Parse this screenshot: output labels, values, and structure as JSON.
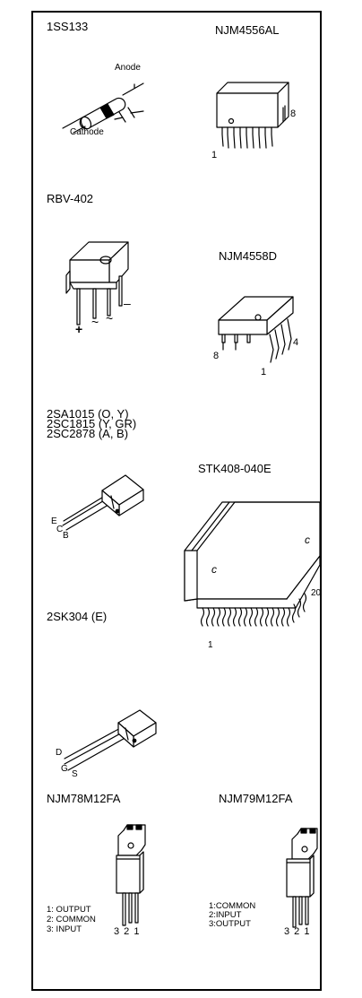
{
  "parts": {
    "p1ss133": {
      "name": "1SS133",
      "anode": "Anode",
      "cathode": "Cathode"
    },
    "njm4556al": {
      "name": "NJM4556AL",
      "pin_first": "1",
      "pin_last": "8"
    },
    "rbv402": {
      "name": "RBV-402",
      "plus": "+",
      "ac1": "~",
      "ac2": "~",
      "minus": "–"
    },
    "njm4558d": {
      "name": "NJM4558D",
      "pin8": "8",
      "pin4": "4",
      "pin1": "1"
    },
    "transistors": {
      "line1": "2SA1015 (O, Y)",
      "line2": "2SC1815 (Y, GR)",
      "line3": "2SC2878 (A, B)",
      "e": "E",
      "c": "C",
      "b": "B"
    },
    "stk408": {
      "name": "STK408-040E",
      "pin_first": "1",
      "pin_last": "20"
    },
    "sk304": {
      "name": "2SK304 (E)",
      "d": "D",
      "g": "G",
      "s": "S"
    },
    "njm78m12fa": {
      "name": "NJM78M12FA",
      "legend": [
        "1: OUTPUT",
        "2: COMMON",
        "3: INPUT"
      ],
      "pins": "3 2 1"
    },
    "njm79m12fa": {
      "name": "NJM79M12FA",
      "legend": [
        "1:COMMON",
        "2:INPUT",
        "3:OUTPUT"
      ],
      "pins": "3 2 1"
    }
  }
}
